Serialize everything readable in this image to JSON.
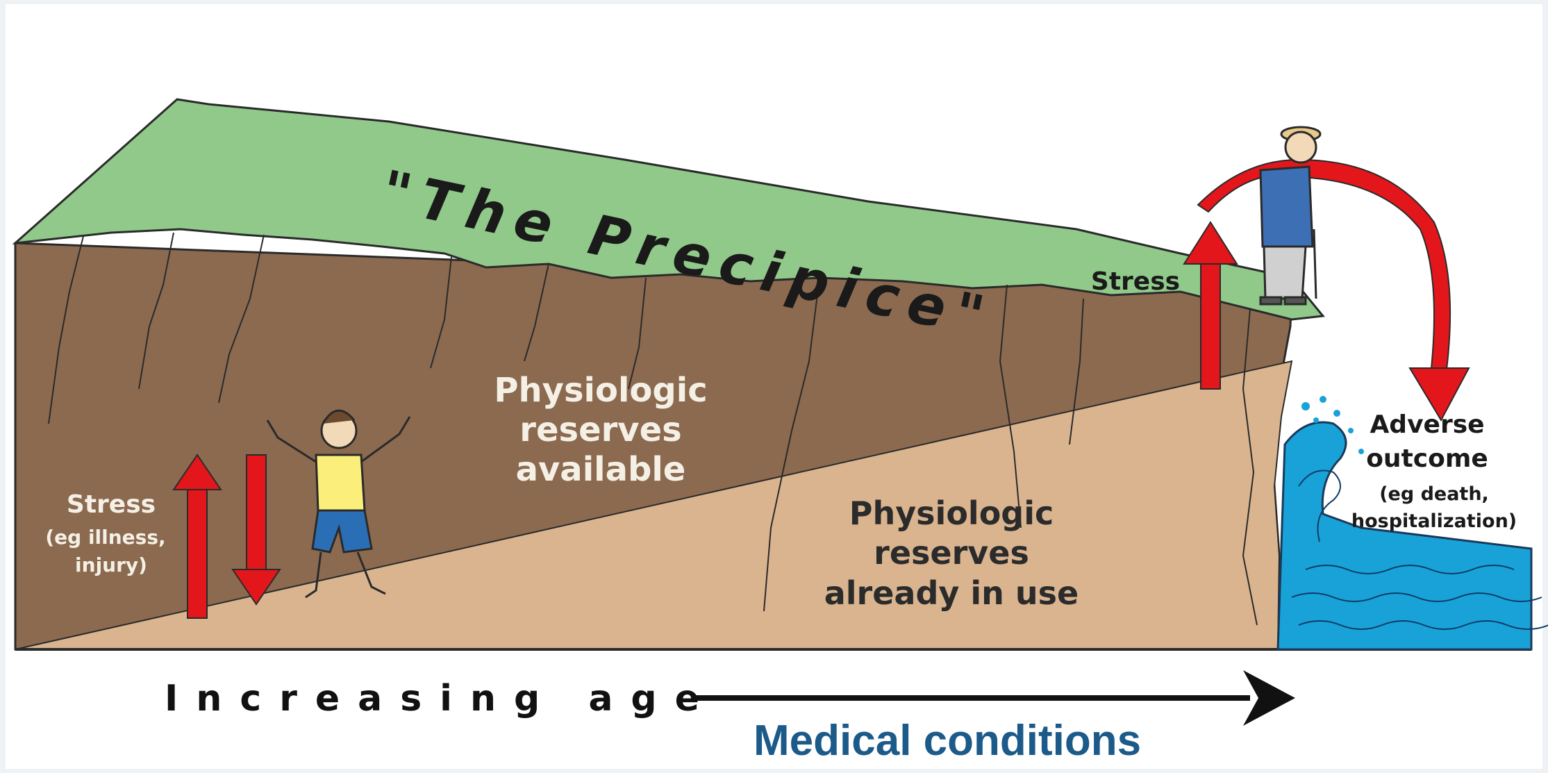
{
  "diagram": {
    "title": "\"The Precipice\"",
    "stress_cliff_label": "Stress",
    "reserves_available": [
      "Physiologic",
      "reserves",
      "available"
    ],
    "reserves_in_use": [
      "Physiologic",
      "reserves",
      "already in use"
    ],
    "stress_left": [
      "Stress",
      "(eg illness,",
      "injury)"
    ],
    "adverse_outcome": [
      "Adverse",
      "outcome",
      "(eg death,",
      "hospitalization)"
    ],
    "axis_label": "Increasing age",
    "caption": "Medical conditions"
  },
  "colors": {
    "grass": "#90c98a",
    "cliff_face": "#8b6a50",
    "reserves_in_use": "#d9b48f",
    "arrow_red": "#e3161b",
    "water": "#19a2d8",
    "caption_blue": "#1c5a8a"
  }
}
